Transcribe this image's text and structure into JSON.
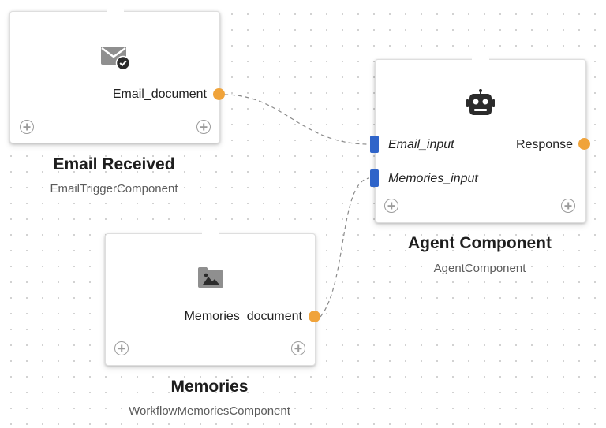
{
  "colors": {
    "output_port": "#f0a33a",
    "input_port": "#2f64c9",
    "edge": "#8a8a8a",
    "icon": "#8f8f8f"
  },
  "nodes": {
    "email": {
      "title": "Email Received",
      "subtitle": "EmailTriggerComponent",
      "icon": "email-check-icon",
      "outputs": [
        "Email_document"
      ]
    },
    "agent": {
      "title": "Agent Component",
      "subtitle": "AgentComponent",
      "icon": "robot-icon",
      "inputs": [
        "Email_input",
        "Memories_input"
      ],
      "outputs": [
        "Response"
      ]
    },
    "memories": {
      "title": "Memories",
      "subtitle": "WorkflowMemoriesComponent",
      "icon": "image-folder-icon",
      "outputs": [
        "Memories_document"
      ]
    }
  },
  "connections": [
    {
      "from": "email.Email_document",
      "to": "agent.Email_input"
    },
    {
      "from": "memories.Memories_document",
      "to": "agent.Memories_input"
    }
  ]
}
